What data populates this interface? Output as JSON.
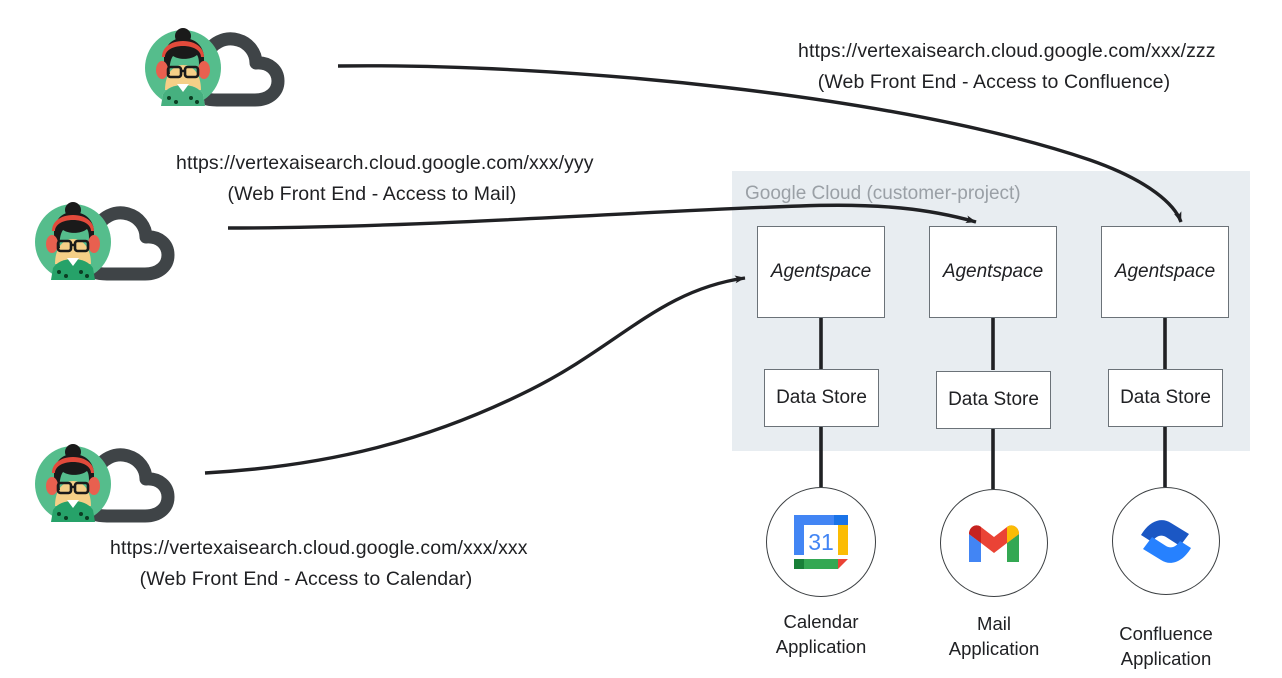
{
  "diagram": {
    "title_hidden": "",
    "container": {
      "label": "Google Cloud (customer-project)"
    },
    "users": [
      {
        "id": "user-confluence",
        "icon": "user-cloud-icon",
        "url": "https://vertexaisearch.cloud.google.com/xxx/zzz",
        "caption": "(Web Front End - Access to Confluence)"
      },
      {
        "id": "user-mail",
        "icon": "user-cloud-icon",
        "url": "https://vertexaisearch.cloud.google.com/xxx/yyy",
        "caption": "(Web Front End - Access to Mail)"
      },
      {
        "id": "user-calendar",
        "icon": "user-cloud-icon",
        "url": "https://vertexaisearch.cloud.google.com/xxx/xxx",
        "caption": "(Web Front End - Access to Calendar)"
      }
    ],
    "columns": [
      {
        "agentspace_label": "Agentspace",
        "datastore_label": "Data Store",
        "app_icon": "google-calendar-icon",
        "app_label_line1": "Calendar",
        "app_label_line2": "Application"
      },
      {
        "agentspace_label": "Agentspace",
        "datastore_label": "Data Store",
        "app_icon": "gmail-icon",
        "app_label_line1": "Mail",
        "app_label_line2": "Application"
      },
      {
        "agentspace_label": "Agentspace",
        "datastore_label": "Data Store",
        "app_icon": "confluence-icon",
        "app_label_line1": "Confluence",
        "app_label_line2": "Application"
      }
    ],
    "colors": {
      "container_bg": "#e8edf1",
      "container_label": "#9aa0a6",
      "box_border": "#6b7278",
      "arrow": "#202124",
      "avatar_bg": "#55bd8c",
      "cloud": "#3f4447",
      "calendar_blue": "#4285f4",
      "calendar_yellow": "#fbbc04",
      "calendar_green": "#34a853",
      "calendar_red": "#ea4335",
      "gmail_red": "#ea4335",
      "gmail_blue": "#4285f4",
      "gmail_yellow": "#fbbc04",
      "gmail_green": "#34a853",
      "confluence_blue": "#1b57c4",
      "confluence_light": "#2681ff"
    }
  }
}
